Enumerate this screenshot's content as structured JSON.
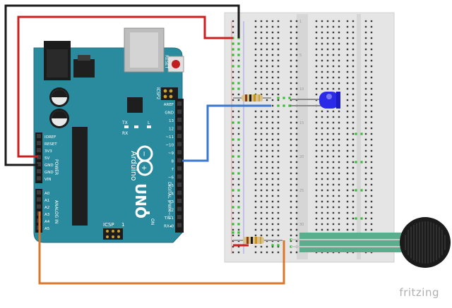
{
  "board": {
    "name": "Arduino",
    "model": "UNO",
    "reset_label": "RESET",
    "icsp_label": "ICSP",
    "icsp2_label": "ICSP2",
    "on_label": "ON",
    "tx_label": "TX",
    "rx_label": "RX",
    "l_label": "L",
    "digital_label": "DIGITAL (PWM~)",
    "power_label": "POWER",
    "analog_label": "ANALOG IN",
    "power_pins": [
      "IOREF",
      "RESET",
      "3V3",
      "5V",
      "GND",
      "GND",
      "VIN"
    ],
    "analog_pins": [
      "A0",
      "A1",
      "A2",
      "A3",
      "A4",
      "A5"
    ],
    "digital_pins": [
      "AREF",
      "GND",
      "13",
      "12",
      "~11",
      "~10",
      "~9",
      "8",
      "7",
      "~6",
      "~5",
      "4",
      "~3",
      "2",
      "TX▸1",
      "RX◂0"
    ],
    "header_number": "1"
  },
  "components": {
    "led_color": "#2a2ae8",
    "sensor": "Force sensitive resistor"
  },
  "breadboard": {
    "row_numbers": [
      "1",
      "5",
      "10",
      "15",
      "20",
      "25",
      "30"
    ]
  },
  "colors": {
    "board": "#2b8b9e",
    "wire_red": "#cc1f1f",
    "wire_black": "#1a1a1a",
    "wire_blue": "#3a78d0",
    "wire_orange": "#d9782d"
  },
  "branding": {
    "logo": "fritzing"
  }
}
